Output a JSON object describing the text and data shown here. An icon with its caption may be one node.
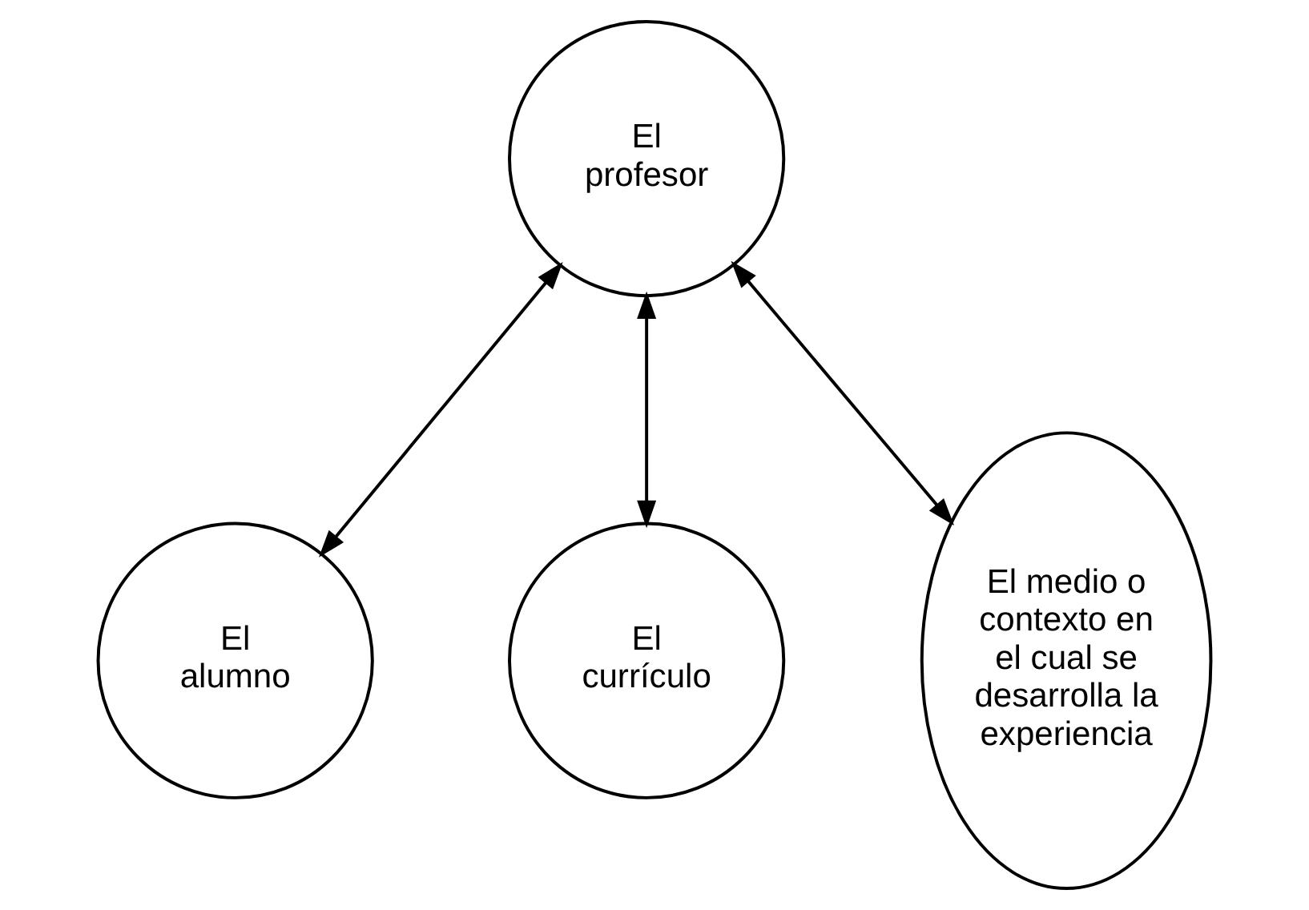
{
  "diagram": {
    "nodes": [
      {
        "text": [
          "El profesor"
        ]
      },
      {
        "text": [
          "El alumno"
        ]
      },
      {
        "text": [
          "El currículo"
        ]
      },
      {
        "text": [
          "El medio o contexto en el cual se desarrolla la experiencia"
        ]
      }
    ],
    "edges": [
      {
        "from": 0,
        "to": 1,
        "arrow": "both"
      },
      {
        "from": 0,
        "to": 2,
        "arrow": "both"
      },
      {
        "from": 0,
        "to": 3,
        "arrow": "both"
      }
    ]
  }
}
